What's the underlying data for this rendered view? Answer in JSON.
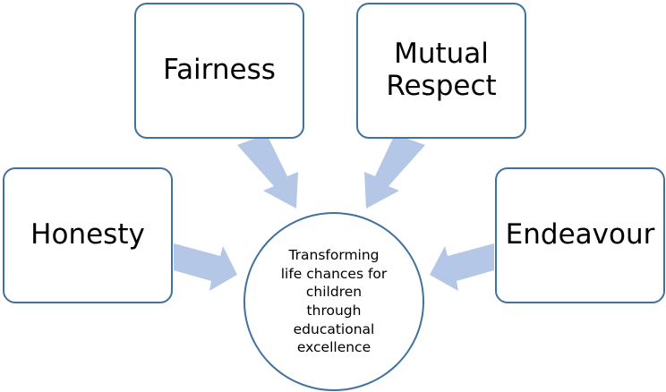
{
  "values": {
    "fairness": "Fairness",
    "respect_line1": "Mutual",
    "respect_line2": "Respect",
    "honesty": "Honesty",
    "endeavour": "Endeavour"
  },
  "center": {
    "lines": [
      "Transforming",
      "life chances for",
      "children",
      "through",
      "educational",
      "excellence"
    ]
  },
  "colors": {
    "box_border": "#41719c",
    "arrow_fill": "#b4c7e7"
  }
}
